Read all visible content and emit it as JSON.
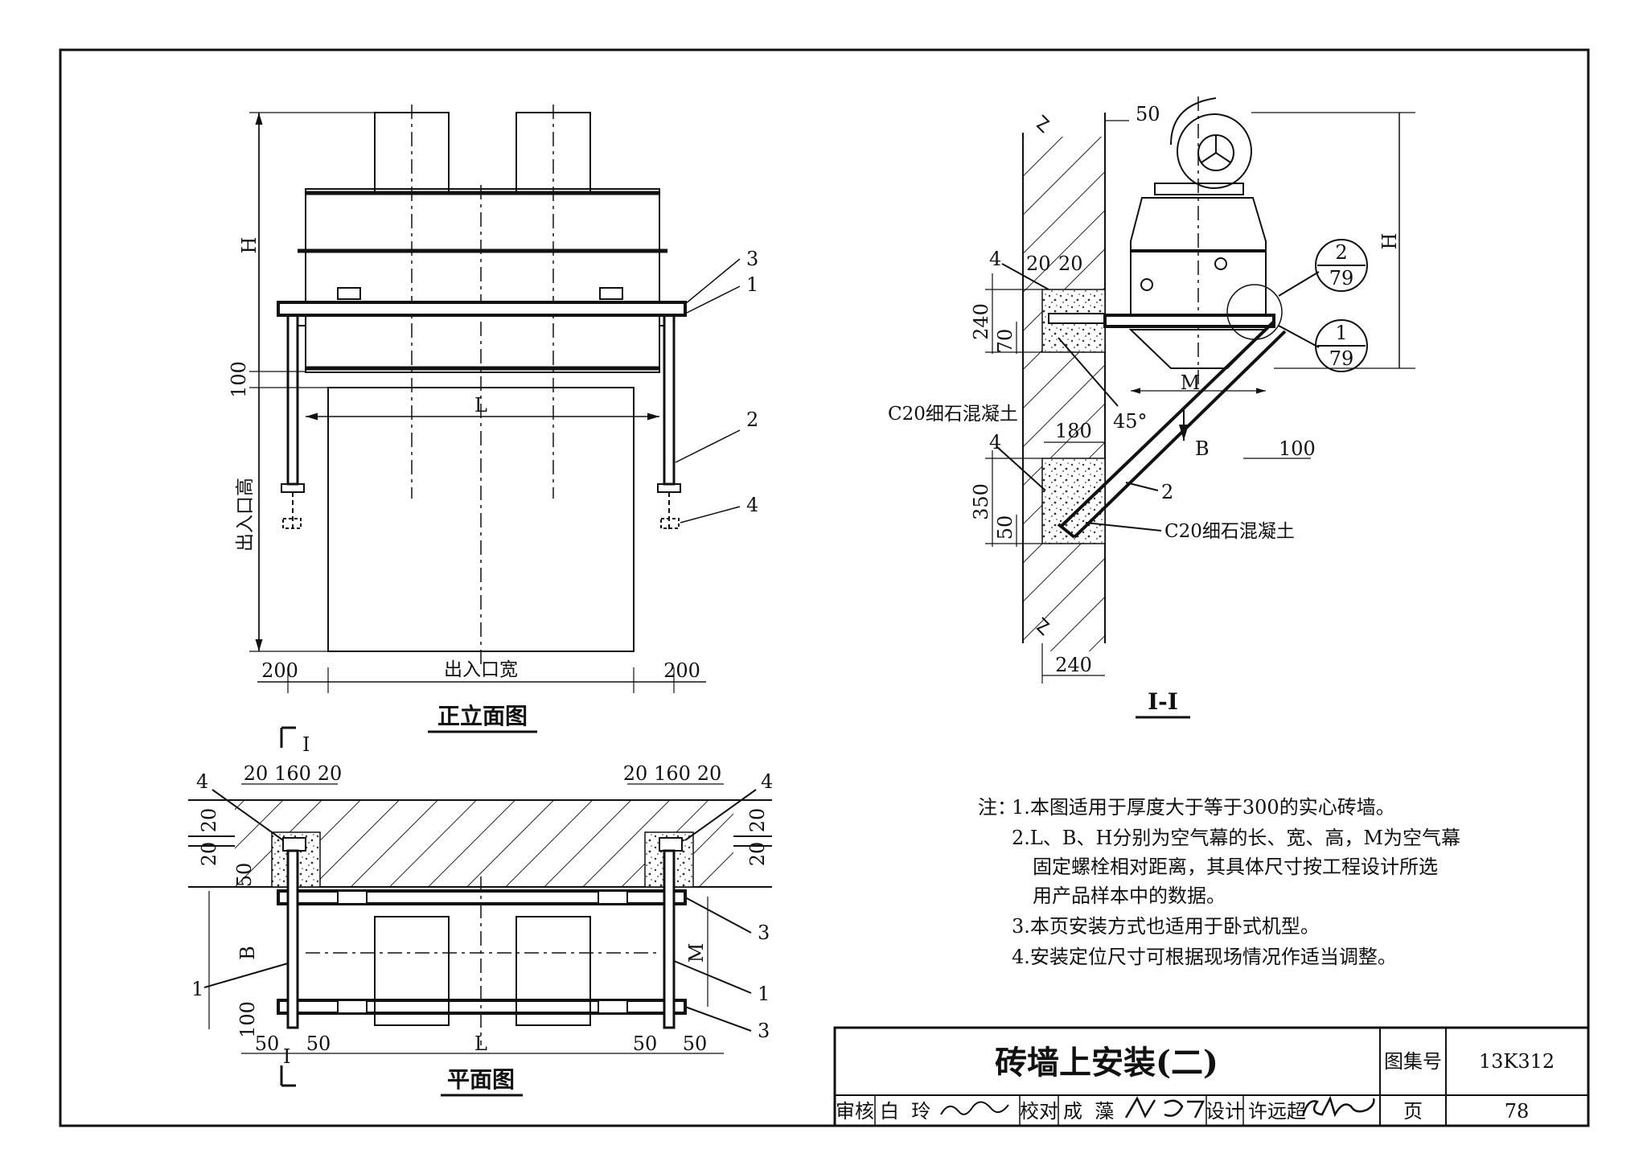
{
  "front_view": {
    "caption": "正立面图",
    "dims": {
      "H": "H",
      "d100": "100",
      "L": "L",
      "opening_height": "出入口高",
      "left_200": "200",
      "opening_width": "出入口宽",
      "right_200": "200"
    },
    "callouts": {
      "c3": "3",
      "c1": "1",
      "c2": "2",
      "c4": "4"
    }
  },
  "plan_view": {
    "caption": "平面图",
    "section_mark": "I",
    "dims": {
      "l20a": "20",
      "l160": "160",
      "l20b": "20",
      "r20a": "20",
      "r160": "160",
      "r20b": "20",
      "lv20a": "20",
      "lv20b": "20",
      "lv50": "50",
      "rv20a": "20",
      "rv20b": "20",
      "B": "B",
      "M": "M",
      "v100": "100",
      "b50a": "50",
      "b50b": "50",
      "bL": "L",
      "b50c": "50",
      "b50d": "50"
    },
    "callouts": {
      "c4l": "4",
      "c4r": "4",
      "c1l": "1",
      "c3a": "3",
      "c1r": "1",
      "c3b": "3"
    }
  },
  "section_view": {
    "caption": "I-I",
    "dims": {
      "top50": "50",
      "H": "H",
      "d20a": "20",
      "d20b": "20",
      "d240": "240",
      "d70": "70",
      "M": "M",
      "angle": "45°",
      "d180": "180",
      "B": "B",
      "d100": "100",
      "d350": "350",
      "d50": "50",
      "bottom240": "240"
    },
    "callouts": {
      "c4a": "4",
      "c4b": "4",
      "c2": "2"
    },
    "concrete_label_top": "C20细石混凝土",
    "concrete_label_bottom": "C20细石混凝土",
    "detail_refs": [
      {
        "num": "2",
        "page": "79"
      },
      {
        "num": "1",
        "page": "79"
      }
    ]
  },
  "notes": {
    "lead": "注：",
    "lines": [
      "1.本图适用于厚度大于等于300的实心砖墙。",
      "2.L、B、H分别为空气幕的长、宽、高，M为空气幕",
      "固定螺栓相对距离，其具体尺寸按工程设计所选",
      "用产品样本中的数据。",
      "3.本页安装方式也适用于卧式机型。",
      "4.安装定位尺寸可根据现场情况作适当调整。"
    ]
  },
  "title_block": {
    "title": "砖墙上安装(二)",
    "atlas_label": "图集号",
    "atlas_no": "13K312",
    "page_label": "页",
    "page_no": "78",
    "review_label": "审核",
    "reviewer": "白  玲",
    "check_label": "校对",
    "checker": "成  藻",
    "design_label": "设计",
    "designer": "许远超"
  }
}
